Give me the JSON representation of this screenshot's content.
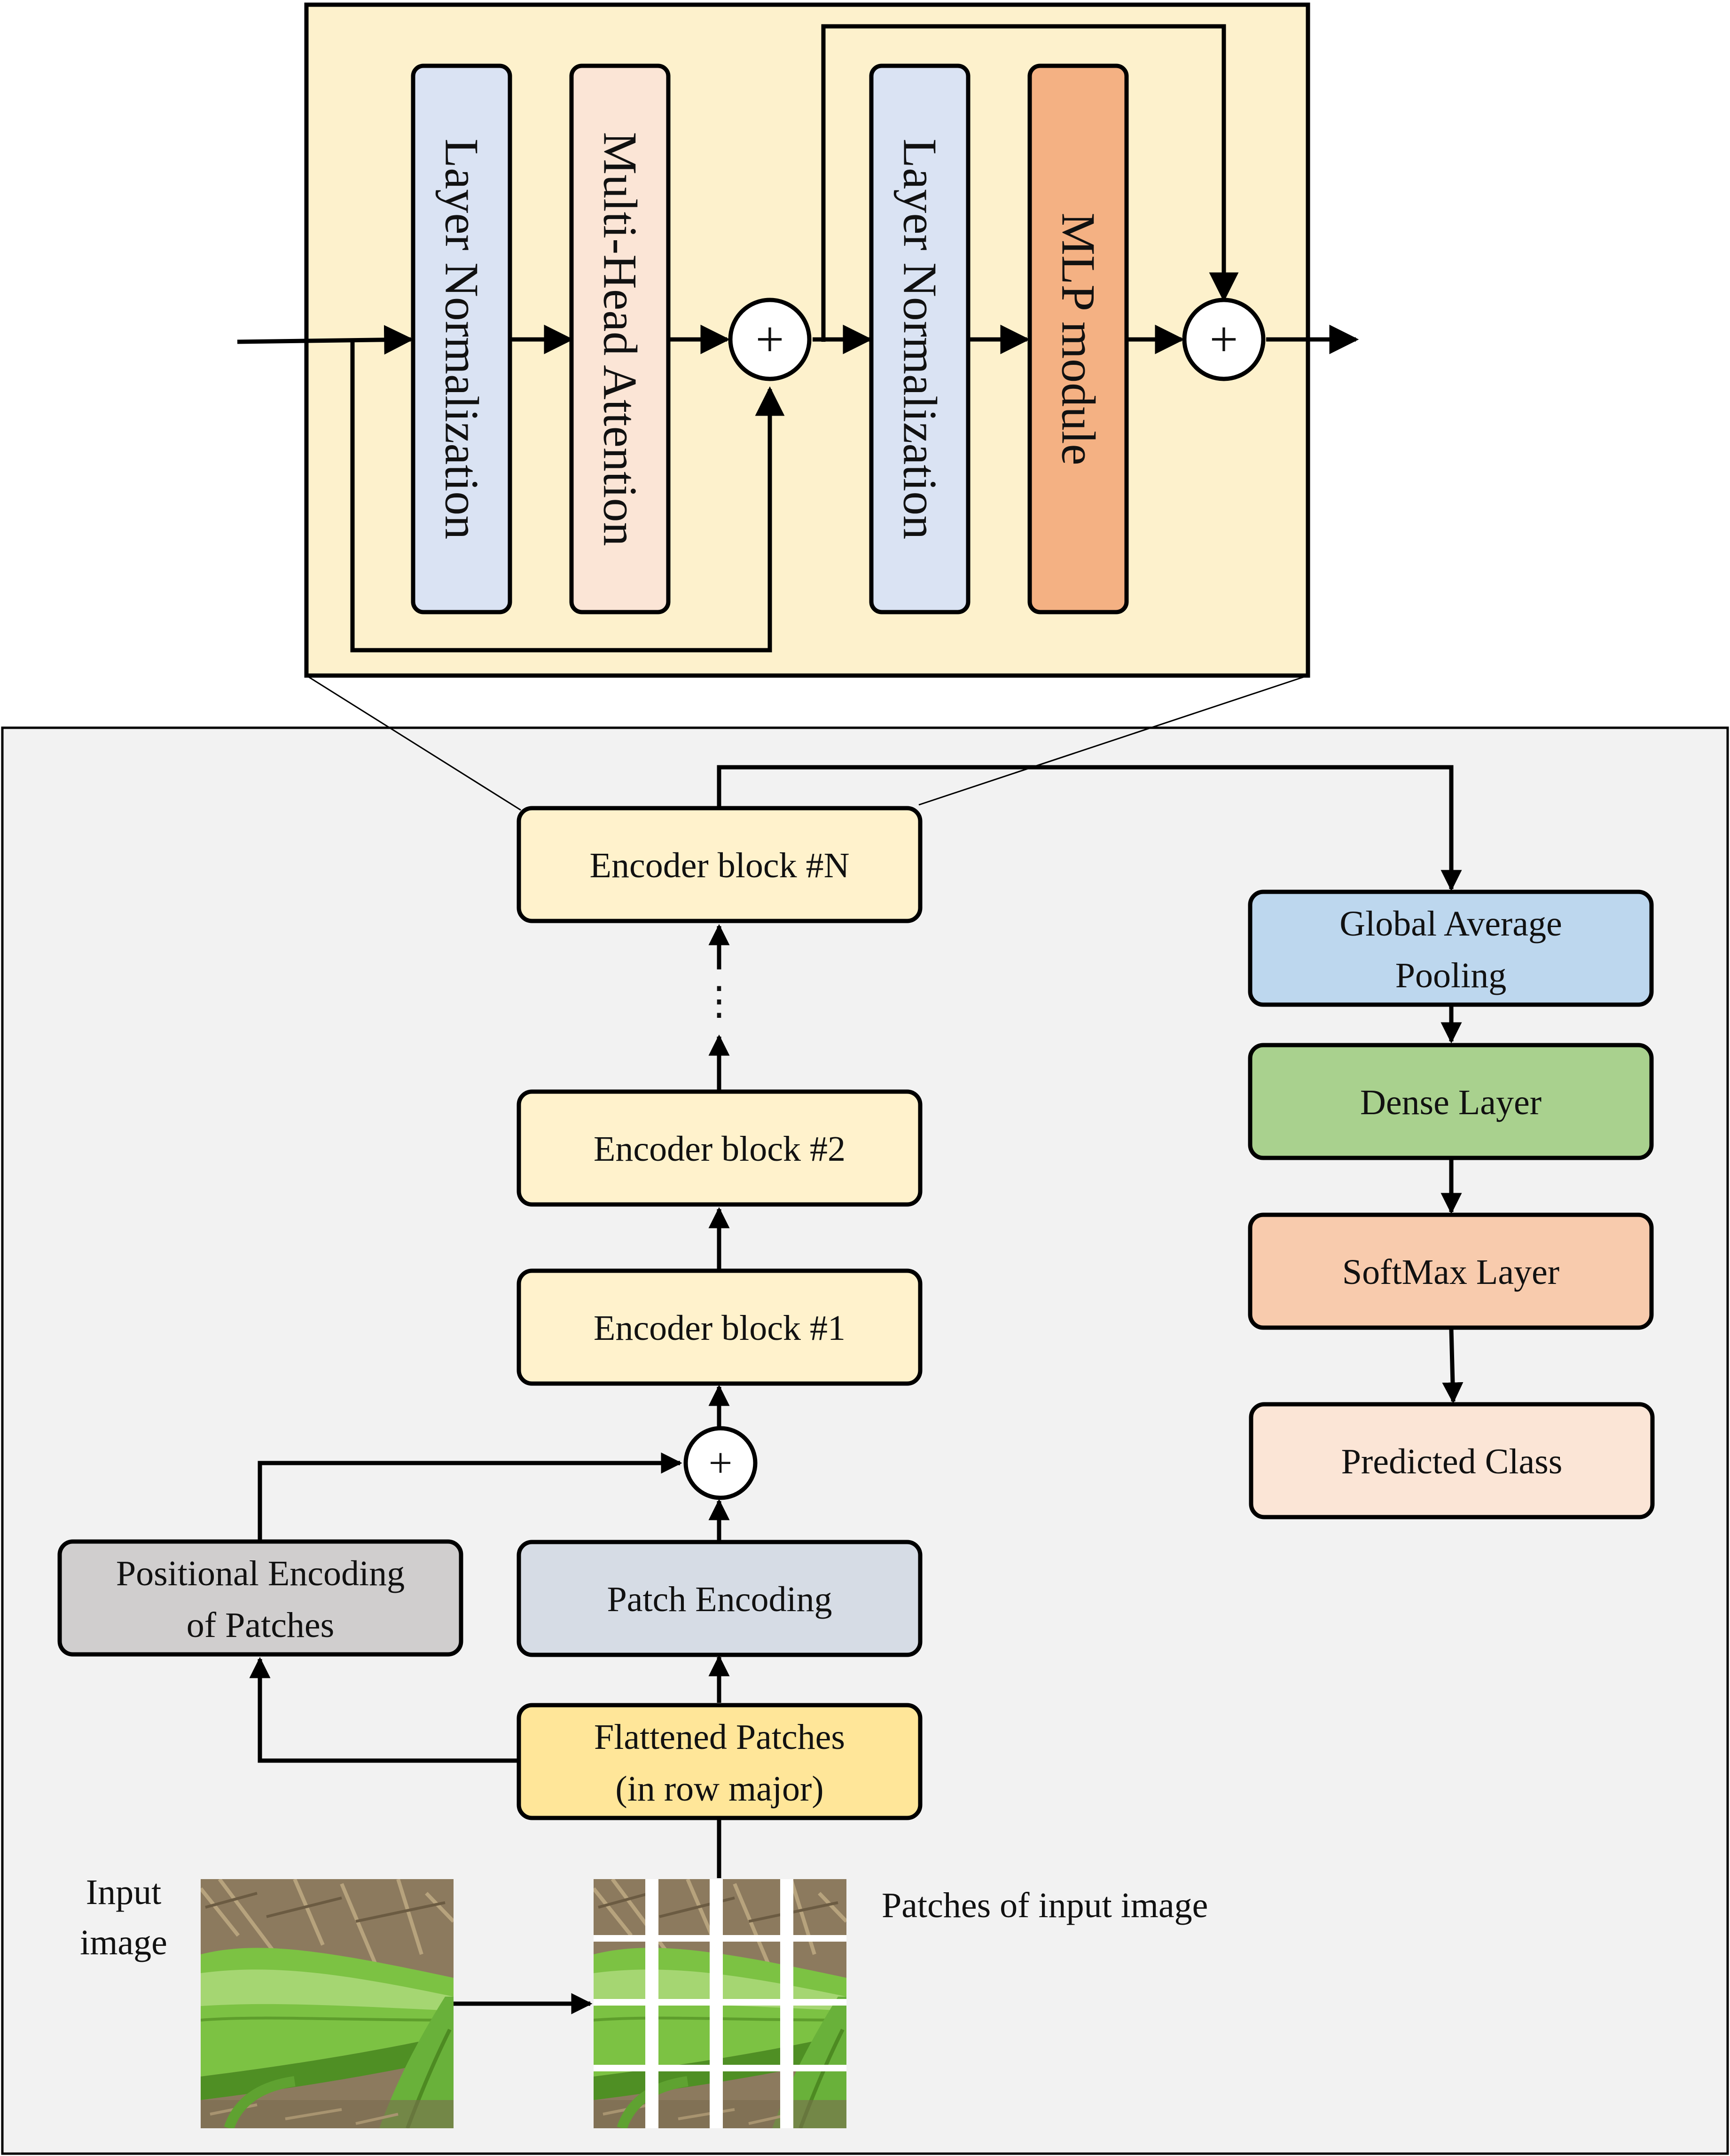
{
  "encoder_detail": {
    "layer_norm_1": "Layer Normalization",
    "attention": "Multi-Head Attention",
    "layer_norm_2": "Layer Normalization",
    "mlp": "MLP module",
    "add_symbol": "+"
  },
  "pipeline": {
    "encoder_n": "Encoder block #N",
    "ellipsis": "⋮",
    "encoder_2": "Encoder block #2",
    "encoder_1": "Encoder block #1",
    "add_symbol": "+",
    "positional_encoding": [
      "Positional Encoding",
      "of Patches"
    ],
    "patch_encoding": "Patch Encoding",
    "flattened_patches": [
      "Flattened Patches",
      "(in row major)"
    ],
    "input_image_label": [
      "Input",
      "image"
    ],
    "patches_label": "Patches of input image"
  },
  "head": {
    "gap": [
      "Global Average",
      "Pooling"
    ],
    "dense": "Dense Layer",
    "softmax": "SoftMax Layer",
    "predicted": "Predicted Class"
  },
  "colors": {
    "detail_bg": "#fdf1cc",
    "panel_bg": "#f2f2f2",
    "layer_norm": "#dae3f3",
    "attention": "#fbe5d6",
    "mlp": "#f4b183",
    "encoder_block": "#fff2cc",
    "patch_encoding": "#d6dce5",
    "positional": "#d0cece",
    "flattened": "#ffe699",
    "gap": "#bdd7ee",
    "dense": "#a9d18e",
    "softmax": "#f8cbad",
    "predicted": "#fbe5d6",
    "leaf_dark": "#3f7a1f",
    "leaf_light": "#7cc243",
    "soil": "#8c7a5e"
  },
  "icons": [
    "add-circle-icon",
    "arrow-icon",
    "leaf-image-icon"
  ]
}
